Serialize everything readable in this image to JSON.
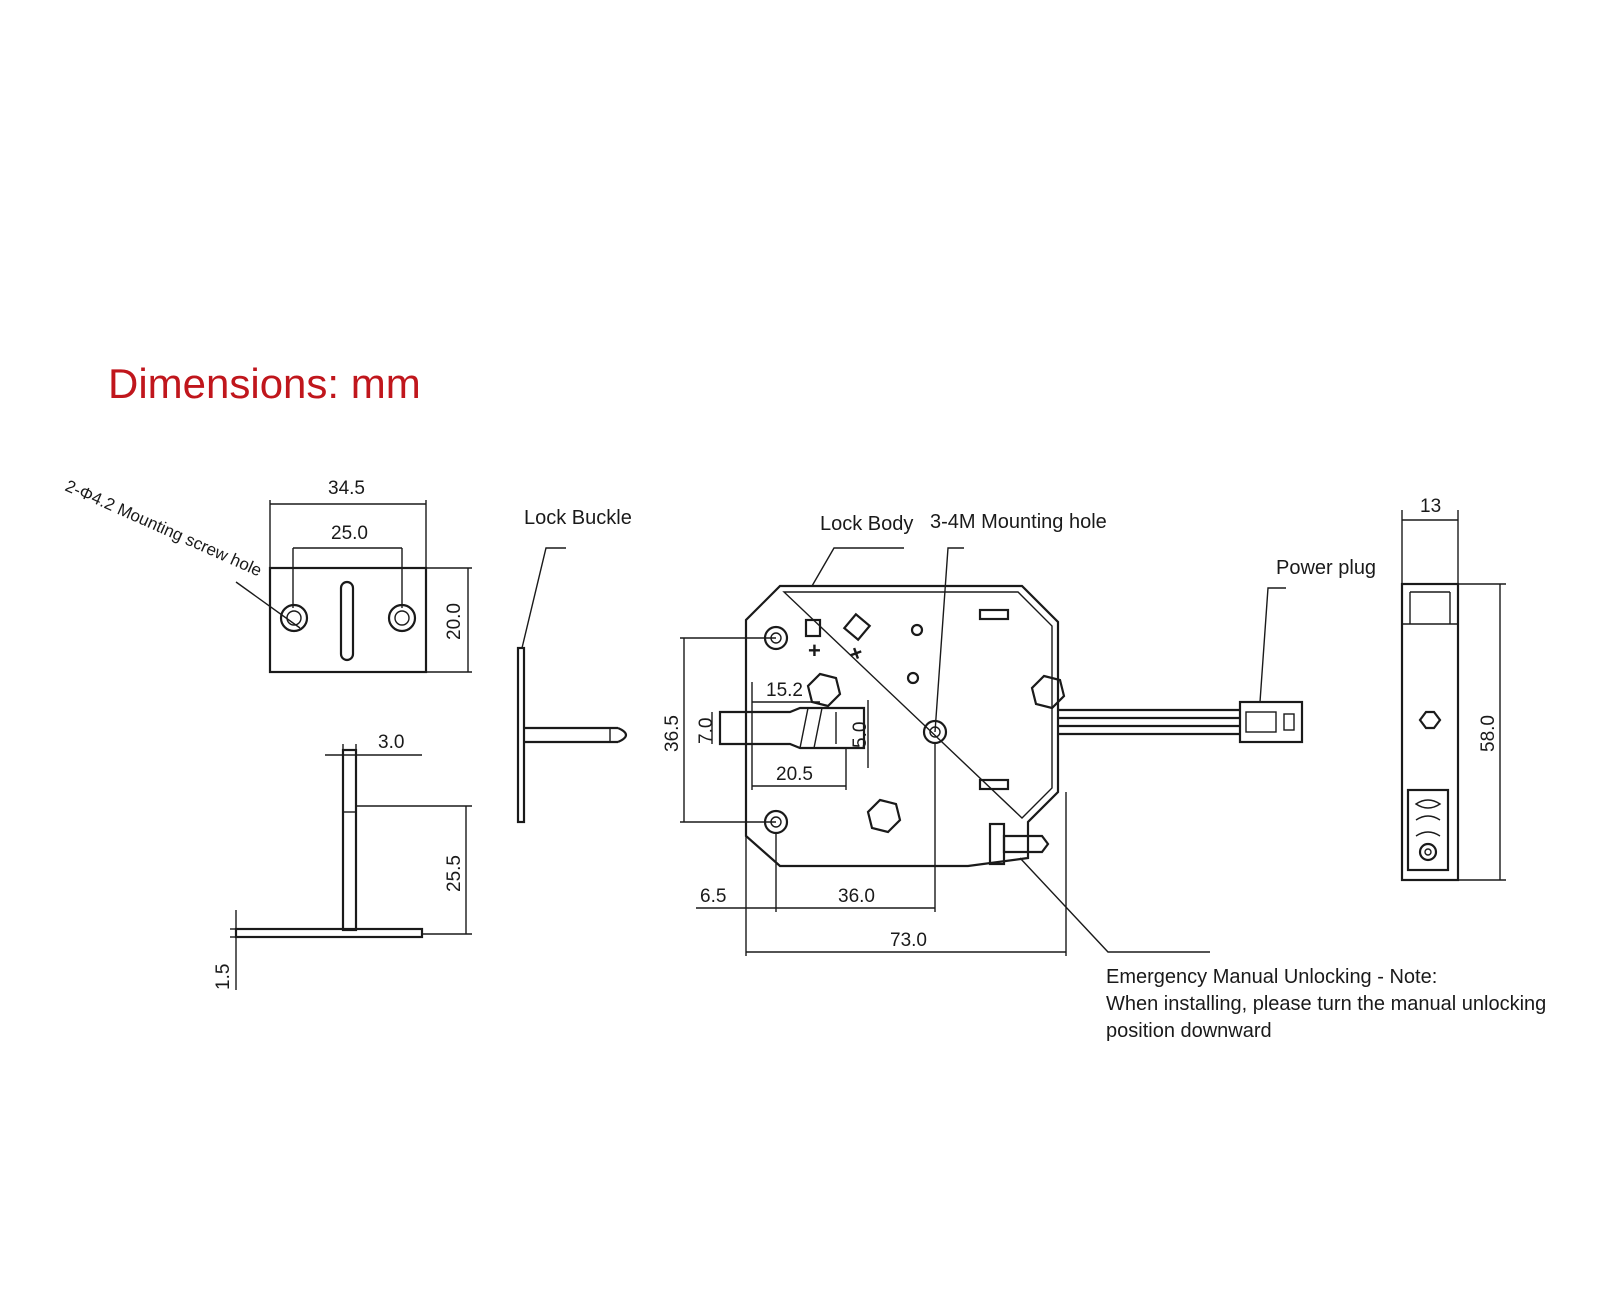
{
  "title": "Dimensions: mm",
  "colors": {
    "title": "#c0161c",
    "line": "#1a1a1a",
    "background": "#ffffff"
  },
  "buckle_plate": {
    "dims": {
      "width_outer": "34.5",
      "hole_spacing": "25.0",
      "height": "20.0"
    },
    "screw_hole_label": "2-Φ4.2 Mounting screw hole"
  },
  "buckle_side": {
    "dims": {
      "thickness": "3.0",
      "pin_height": "25.5",
      "base_thickness": "1.5"
    }
  },
  "lock_buckle_label": "Lock Buckle",
  "lock_body": {
    "label": "Lock Body",
    "mount_label": "3-4M Mounting hole",
    "dims": {
      "hole_pitch_v": "36.5",
      "bolt_height": "7.0",
      "bolt_step": "5.0",
      "bolt_offset": "15.2",
      "bolt_length": "20.5",
      "left_offset": "6.5",
      "hole_spacing_h": "36.0",
      "total_width": "73.0"
    },
    "symbols": {
      "plus": "+",
      "minus": "+"
    }
  },
  "power_plug_label": "Power plug",
  "side_view": {
    "dims": {
      "depth": "13",
      "height": "58.0"
    }
  },
  "note": {
    "line1": "Emergency Manual Unlocking - Note:",
    "line2": "When installing, please turn the manual unlocking",
    "line3": "position downward"
  }
}
